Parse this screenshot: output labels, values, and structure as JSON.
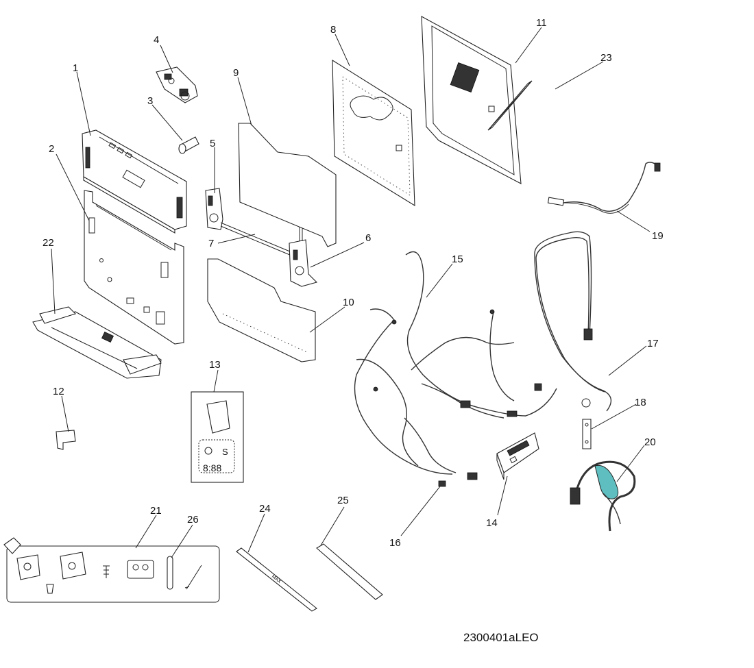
{
  "diagram": {
    "drawing_code": "2300401aLEO",
    "callouts": [
      "1",
      "2",
      "3",
      "4",
      "5",
      "6",
      "7",
      "8",
      "9",
      "10",
      "11",
      "12",
      "13",
      "14",
      "15",
      "16",
      "17",
      "18",
      "19",
      "20",
      "21",
      "22",
      "23",
      "24",
      "25",
      "26"
    ]
  },
  "parts": {
    "rail_label": "MAX",
    "display_digits": "8:88"
  },
  "colors": {
    "wire_red": "#c0392b",
    "sleeve_teal": "#5fbfc0",
    "line": "#222222"
  }
}
